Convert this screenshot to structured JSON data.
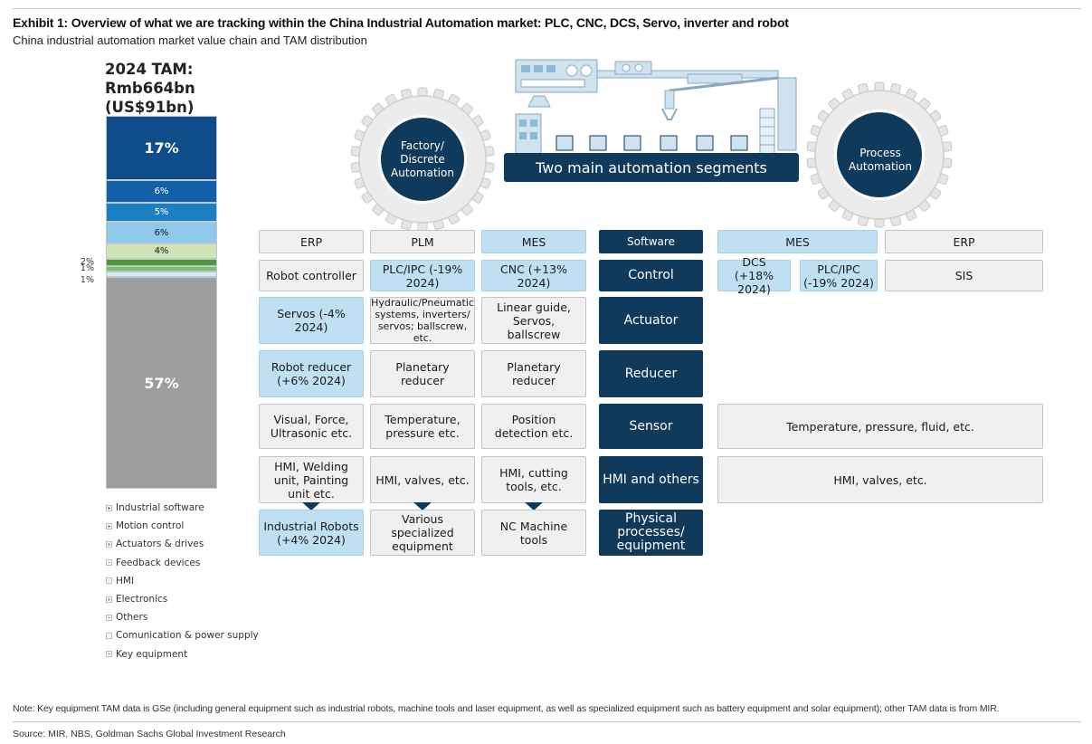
{
  "header": {
    "title": "Exhibit 1: Overview of what we are tracking within the China Industrial Automation market: PLC, CNC, DCS, Servo, inverter and robot",
    "subtitle": "China industrial automation market value chain and TAM distribution"
  },
  "tam": {
    "title_line1": "2024 TAM: Rmb664bn",
    "title_line2": "(US$91bn)"
  },
  "chart_data": {
    "type": "bar",
    "title": "2024 TAM: Rmb664bn (US$91bn)",
    "stacked": true,
    "unit": "%",
    "series": [
      {
        "name": "Industrial software",
        "value": 17,
        "label": "17%",
        "color": "#0e4d8a"
      },
      {
        "name": "Motion control",
        "value": 6,
        "label": "6%",
        "color": "#1460a8"
      },
      {
        "name": "Actuators & drives",
        "value": 5,
        "label": "5%",
        "color": "#1b7fc4"
      },
      {
        "name": "Feedback devices",
        "value": 6,
        "label": "6%",
        "color": "#8ec8ea"
      },
      {
        "name": "HMI",
        "value": 4,
        "label": "4%",
        "color": "#cde5b4"
      },
      {
        "name": "Electronics",
        "value": 2,
        "label": "2%",
        "color": "#4a9a3c"
      },
      {
        "name": "Others",
        "value": 1,
        "label": "1%",
        "color": "#7cc06a"
      },
      {
        "name": "Comunication & power supply",
        "value": 1,
        "label": "1%",
        "color": "#d0ebf7"
      },
      {
        "name": "Key equipment",
        "value": 57,
        "label": "57%",
        "color": "#9e9e9e"
      }
    ],
    "legend_position": "bottom"
  },
  "segments": {
    "banner": "Two main automation segments",
    "factory_label": "Factory/ Discrete Automation",
    "process_label": "Process Automation"
  },
  "grid": {
    "row1": {
      "c1": "ERP",
      "c2": "PLM",
      "c3": "MES",
      "mid": "Software",
      "p1": "MES",
      "p2": "ERP"
    },
    "row2": {
      "c1": "Robot controller",
      "c2": "PLC/IPC (-19% 2024)",
      "c3": "CNC (+13% 2024)",
      "mid": "Control",
      "p1": "DCS (+18% 2024)",
      "p2": "PLC/IPC (-19% 2024)",
      "p3": "SIS"
    },
    "row3": {
      "c1": "Servos (-4% 2024)",
      "c2": "Hydraulic/Pneumatic systems, inverters/ servos; ballscrew, etc.",
      "c3": "Linear guide, Servos, ballscrew",
      "mid": "Actuator"
    },
    "row4": {
      "c1": "Robot reducer (+6% 2024)",
      "c2": "Planetary reducer",
      "c3": "Planetary reducer",
      "mid": "Reducer"
    },
    "row5": {
      "c1": "Visual, Force, Ultrasonic etc.",
      "c2": "Temperature, pressure etc.",
      "c3": "Position detection etc.",
      "mid": "Sensor",
      "p1": "Temperature, pressure, fluid, etc."
    },
    "row6": {
      "c1": "HMI, Welding unit, Painting unit etc.",
      "c2": "HMI, valves, etc.",
      "c3": "HMI, cutting tools, etc.",
      "mid": "HMI and others",
      "p1": "HMI, valves, etc."
    },
    "row7": {
      "c1": "Industrial Robots (+4% 2024)",
      "c2": "Various specialized equipment",
      "c3": "NC Machine tools",
      "mid": "Physical processes/ equipment"
    }
  },
  "footer": {
    "note": "Note: Key equipment TAM data is GSe (including general equipment such as industrial robots, machine tools and laser equipment, as well as specialized equipment such as battery equipment and solar equipment); other TAM data is from MIR.",
    "source": "Source: MIR, NBS, Goldman Sachs Global Investment Research"
  }
}
